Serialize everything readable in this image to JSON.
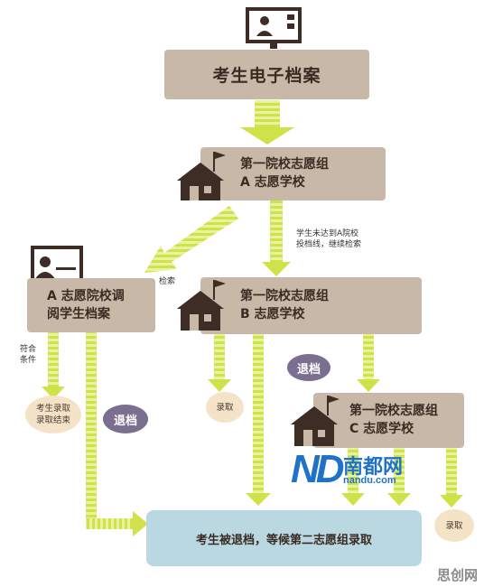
{
  "title": "考生电子档案",
  "first_group_a": {
    "line1": "第一院校志愿组",
    "line2": "A 志愿学校"
  },
  "first_group_b": {
    "line1": "第一院校志愿组",
    "line2": "B 志愿学校"
  },
  "first_group_c": {
    "line1": "第一院校志愿组",
    "line2": "C 志愿学校"
  },
  "adjust_box": {
    "line1": "A 志愿院校调",
    "line2": "阅学生档案"
  },
  "note_not_reached": {
    "line1": "学生未达到A院校",
    "line2": "投档线，继续检索"
  },
  "note_search": "检索",
  "note_conditions": {
    "line1": "符合",
    "line2": "条件"
  },
  "admit_end": {
    "line1": "考生录取",
    "line2": "录取结束"
  },
  "admit_b": "录取",
  "admit_c": "录取",
  "return_1": "退档",
  "return_2": "退档",
  "final": "考生被退档，等候第二志愿组录取",
  "logo": {
    "nd": "ND",
    "cn": "南都网",
    "url": "nandu.com"
  },
  "watermark": "思创网",
  "colors": {
    "box": "#c8b8a8",
    "arrow": "#cfe24a",
    "final": "#b9d8e2",
    "bubble": "#7b6f90",
    "oval": "#f5e3c8"
  }
}
